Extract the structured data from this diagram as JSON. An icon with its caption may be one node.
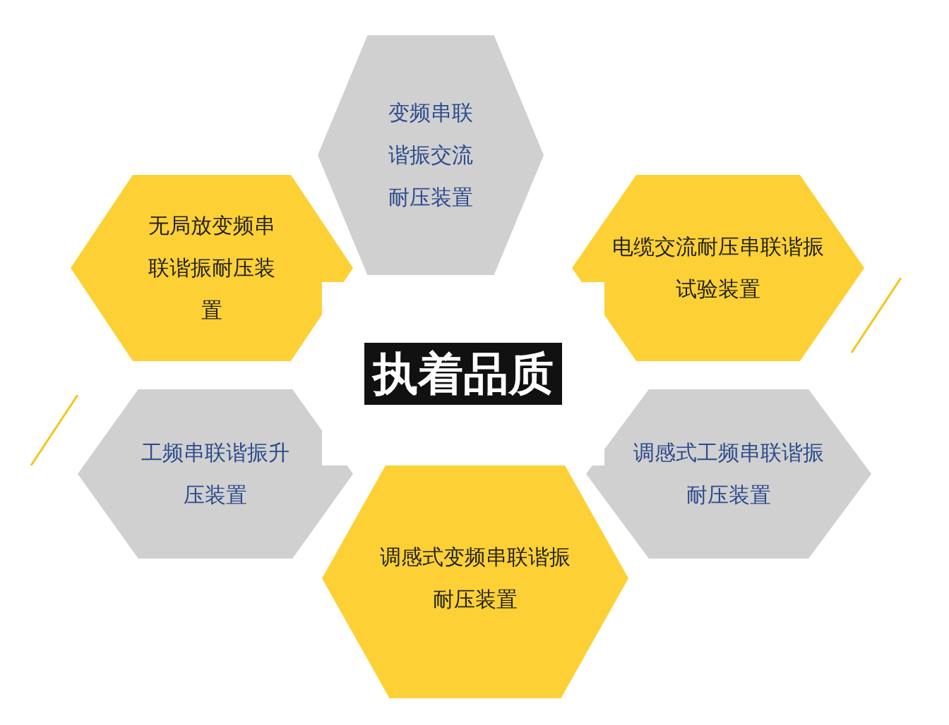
{
  "diagram": {
    "nodes": [
      {
        "text": [
          "执着品质"
        ]
      },
      {
        "text": [
          "变频串联谐振交流耐压装置"
        ]
      },
      {
        "text": [
          "无局放变频串联谐振耐压装置"
        ]
      },
      {
        "text": [
          "电缆交流耐压串联谐振试验装置"
        ]
      },
      {
        "text": [
          "工频串联谐振升压装置"
        ]
      },
      {
        "text": [
          "调感式工频串联谐振耐压装置"
        ]
      },
      {
        "text": [
          "调感式变频串联谐振耐压装置"
        ]
      }
    ],
    "edges": []
  }
}
